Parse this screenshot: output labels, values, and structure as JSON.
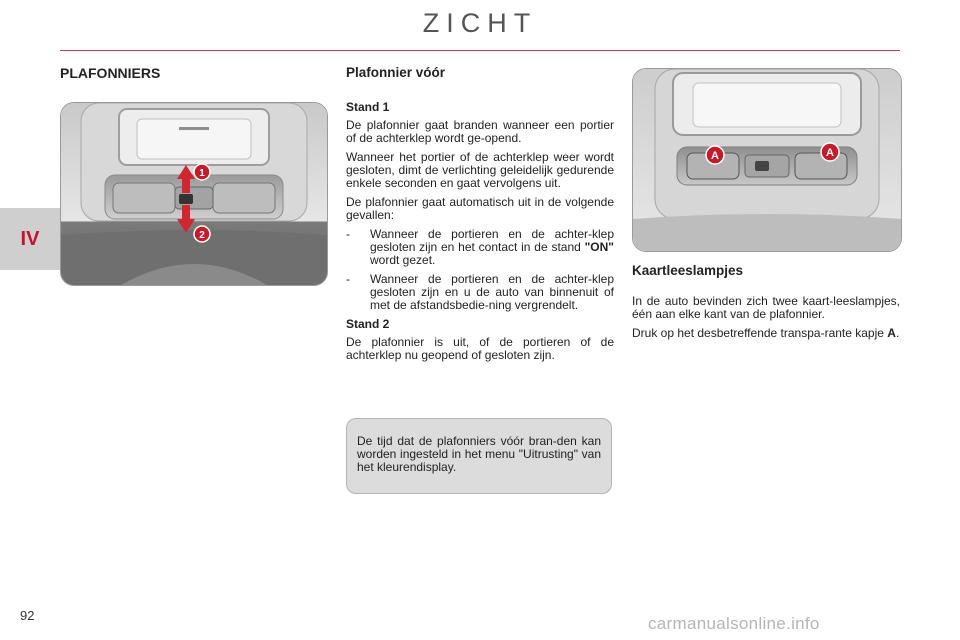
{
  "header": {
    "title": "ZICHT"
  },
  "chapter": {
    "label": "IV"
  },
  "section": {
    "title": "PLAFONNIERS"
  },
  "front": {
    "title": "Plafonnier vóór",
    "stand1_title": "Stand 1",
    "stand1_p1": "De plafonnier gaat branden wanneer een portier of de achterklep wordt ge-opend.",
    "stand1_p2": "Wanneer het portier of de achterklep weer wordt gesloten, dimt de verlichting geleidelijk gedurende enkele seconden en gaat vervolgens uit.",
    "stand1_p3": "De plafonnier gaat automatisch uit in de volgende gevallen:",
    "bullet_dash": "-",
    "bullet1_pre": "Wanneer de portieren en de achter-klep gesloten zijn en het contact in de stand ",
    "bullet1_bold": "\"ON\"",
    "bullet1_post": " wordt gezet.",
    "bullet2": "Wanneer de portieren en de achter-klep gesloten zijn en u de auto van binnenuit of met de afstandsbedie-ning vergrendelt.",
    "stand2_title": "Stand 2",
    "stand2_p": "De plafonnier is uit, of de portieren of de achterklep nu geopend of gesloten zijn."
  },
  "note": {
    "text": "De tijd dat de plafonniers vóór bran-den kan worden ingesteld in het menu \"Uitrusting\" van het kleurendisplay."
  },
  "map_lamps": {
    "title": "Kaartleeslampjes",
    "p1": "In de auto bevinden zich twee kaart-leeslampjes, één aan elke kant van de plafonnier.",
    "p2_pre": "Druk op het desbetreffende transpa-rante kapje ",
    "p2_bold": "A",
    "p2_post": "."
  },
  "figure1": {
    "callout_1": "1",
    "callout_2": "2"
  },
  "figure2": {
    "callout_a": "A"
  },
  "page_number": "92",
  "watermark": "carmanualsonline.info"
}
